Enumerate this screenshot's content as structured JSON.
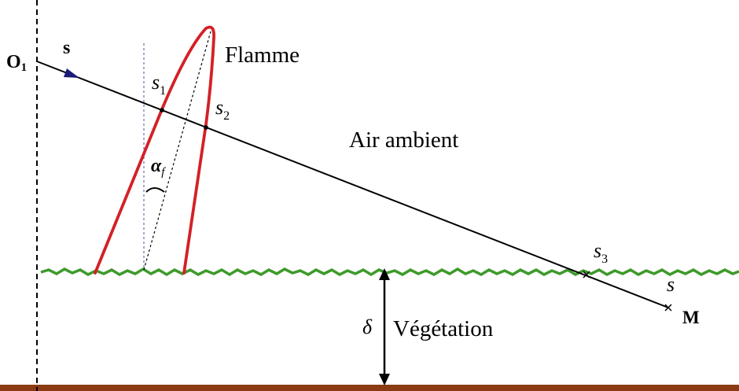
{
  "labels": {
    "origin": "O",
    "origin_sub": "1",
    "direction": "s",
    "flame": "Flamme",
    "ambient_air": "Air ambient",
    "vegetation": "Végétation",
    "depth_symbol": "δ",
    "point_m": "M",
    "s_var": "s",
    "s1_base": "s",
    "s1_sub": "1",
    "s2_base": "s",
    "s2_sub": "2",
    "s3_base": "s",
    "s3_sub": "3",
    "alpha_base": "α",
    "alpha_sub": "f"
  },
  "colors": {
    "flame": "#d42027",
    "vegetation": "#3e9a2b",
    "ground": "#8a3b12",
    "ray": "#000000",
    "arrow": "#1a1a7a",
    "axis": "#000000",
    "dotted": "#7a7ab8"
  }
}
